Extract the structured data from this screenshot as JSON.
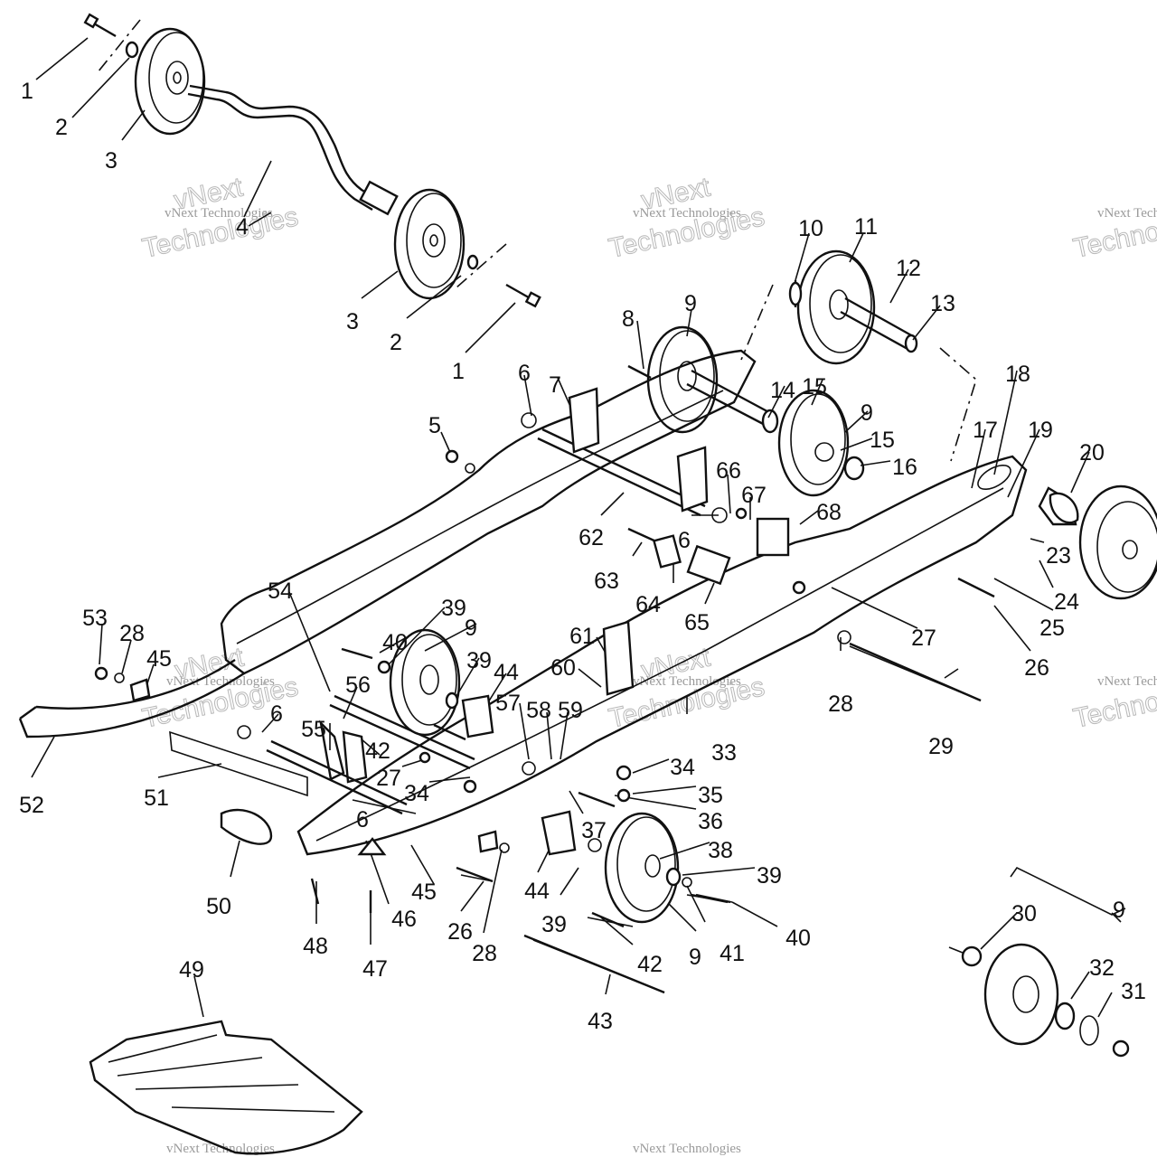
{
  "watermark": {
    "small_text": "vNext Technologies",
    "brand_word": "vNext",
    "company_word": "Technologies"
  },
  "labels": [
    {
      "id": "1a",
      "text": "1"
    },
    {
      "id": "2a",
      "text": "2"
    },
    {
      "id": "3a",
      "text": "3"
    },
    {
      "id": "4",
      "text": "4"
    },
    {
      "id": "3b",
      "text": "3"
    },
    {
      "id": "2b",
      "text": "2"
    },
    {
      "id": "1b",
      "text": "1"
    },
    {
      "id": "10",
      "text": "10"
    },
    {
      "id": "11",
      "text": "11"
    },
    {
      "id": "12",
      "text": "12"
    },
    {
      "id": "13",
      "text": "13"
    },
    {
      "id": "8",
      "text": "8"
    },
    {
      "id": "9a",
      "text": "9"
    },
    {
      "id": "6a",
      "text": "6"
    },
    {
      "id": "7",
      "text": "7"
    },
    {
      "id": "14",
      "text": "14"
    },
    {
      "id": "15a",
      "text": "15"
    },
    {
      "id": "9b",
      "text": "9"
    },
    {
      "id": "15b",
      "text": "15"
    },
    {
      "id": "16",
      "text": "16"
    },
    {
      "id": "5",
      "text": "5"
    },
    {
      "id": "18",
      "text": "18"
    },
    {
      "id": "17",
      "text": "17"
    },
    {
      "id": "19",
      "text": "19"
    },
    {
      "id": "20",
      "text": "20"
    },
    {
      "id": "66",
      "text": "66"
    },
    {
      "id": "67",
      "text": "67"
    },
    {
      "id": "68",
      "text": "68"
    },
    {
      "id": "62",
      "text": "62"
    },
    {
      "id": "6b",
      "text": "6"
    },
    {
      "id": "23",
      "text": "23"
    },
    {
      "id": "63",
      "text": "63"
    },
    {
      "id": "24",
      "text": "24"
    },
    {
      "id": "64",
      "text": "64"
    },
    {
      "id": "65",
      "text": "65"
    },
    {
      "id": "25",
      "text": "25"
    },
    {
      "id": "54",
      "text": "54"
    },
    {
      "id": "27a",
      "text": "27"
    },
    {
      "id": "26a",
      "text": "26"
    },
    {
      "id": "53",
      "text": "53"
    },
    {
      "id": "28a",
      "text": "28"
    },
    {
      "id": "39a",
      "text": "39"
    },
    {
      "id": "61",
      "text": "61"
    },
    {
      "id": "45a",
      "text": "45"
    },
    {
      "id": "40a",
      "text": "40"
    },
    {
      "id": "9c",
      "text": "9"
    },
    {
      "id": "60",
      "text": "60"
    },
    {
      "id": "39b",
      "text": "39"
    },
    {
      "id": "44a",
      "text": "44"
    },
    {
      "id": "56",
      "text": "56"
    },
    {
      "id": "28b",
      "text": "28"
    },
    {
      "id": "57",
      "text": "57"
    },
    {
      "id": "58",
      "text": "58"
    },
    {
      "id": "59",
      "text": "59"
    },
    {
      "id": "6c",
      "text": "6"
    },
    {
      "id": "55",
      "text": "55"
    },
    {
      "id": "29",
      "text": "29"
    },
    {
      "id": "33",
      "text": "33"
    },
    {
      "id": "42a",
      "text": "42"
    },
    {
      "id": "52",
      "text": "52"
    },
    {
      "id": "34a",
      "text": "34"
    },
    {
      "id": "27b",
      "text": "27"
    },
    {
      "id": "51",
      "text": "51"
    },
    {
      "id": "34b",
      "text": "34"
    },
    {
      "id": "35",
      "text": "35"
    },
    {
      "id": "36",
      "text": "36"
    },
    {
      "id": "6d",
      "text": "6"
    },
    {
      "id": "37",
      "text": "37"
    },
    {
      "id": "38",
      "text": "38"
    },
    {
      "id": "39c",
      "text": "39"
    },
    {
      "id": "45b",
      "text": "45"
    },
    {
      "id": "44b",
      "text": "44"
    },
    {
      "id": "50",
      "text": "50"
    },
    {
      "id": "46",
      "text": "46"
    },
    {
      "id": "30",
      "text": "30"
    },
    {
      "id": "9d",
      "text": "9"
    },
    {
      "id": "26b",
      "text": "26"
    },
    {
      "id": "39d",
      "text": "39"
    },
    {
      "id": "41",
      "text": "41"
    },
    {
      "id": "40b",
      "text": "40"
    },
    {
      "id": "48",
      "text": "48"
    },
    {
      "id": "28c",
      "text": "28"
    },
    {
      "id": "42b",
      "text": "42"
    },
    {
      "id": "9e",
      "text": "9"
    },
    {
      "id": "32",
      "text": "32"
    },
    {
      "id": "47",
      "text": "47"
    },
    {
      "id": "49",
      "text": "49"
    },
    {
      "id": "31",
      "text": "31"
    },
    {
      "id": "43",
      "text": "43"
    }
  ]
}
